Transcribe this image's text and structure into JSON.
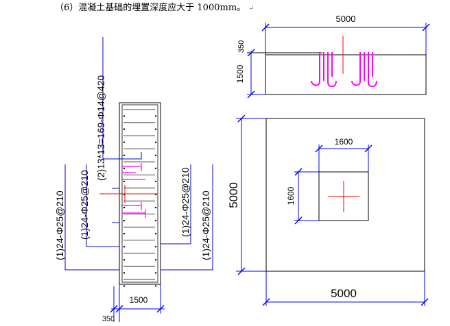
{
  "header": {
    "text": "（6）混凝土基础的埋置深度应大于 1000mm。",
    "return_mark": "↵"
  },
  "elevation_top": {
    "width_label": "5000",
    "cap_label": "350",
    "height_label": "1500"
  },
  "plan_view": {
    "outer_width_label": "5000",
    "outer_height_label": "5000",
    "inner_width_label": "1600",
    "inner_height_label": "1600"
  },
  "section_view": {
    "center_rebar_label": "(2)13*13=169-Φ14@420",
    "left_outer_label": "(1)24-Φ25@210",
    "left_inner_label": "(1)24-Φ25@210",
    "right_inner_label": "(1)24-Φ25@210",
    "right_outer_label": "(1)24-Φ25@210",
    "bottom_width_label": "1500",
    "bottom_offset_label": "350"
  },
  "colors": {
    "dimension": "#0000ff",
    "outline": "#000000",
    "centerline": "#ff0000",
    "hook_rebar": "#ff00ff",
    "leader": "#0000cc"
  }
}
